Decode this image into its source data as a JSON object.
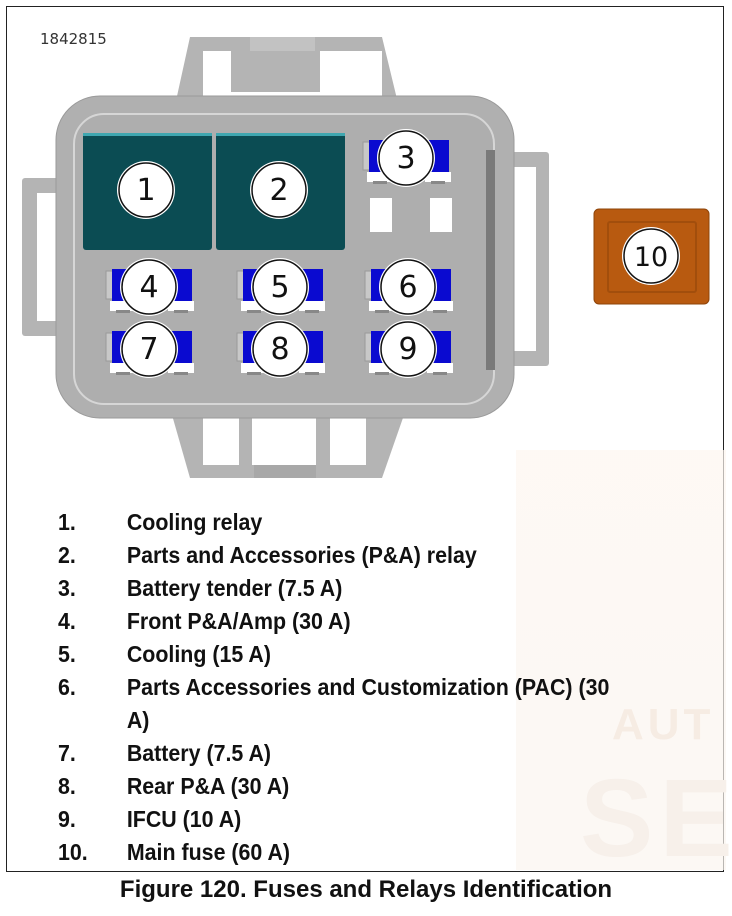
{
  "figure_id": "1842815",
  "diagram": {
    "relays": [
      {
        "label": "1",
        "color": "#0b4c53"
      },
      {
        "label": "2",
        "color": "#0b4c53"
      }
    ],
    "fuses": [
      {
        "label": "3",
        "color": "#0a0ad0"
      },
      {
        "label": "4",
        "color": "#0a0ad0"
      },
      {
        "label": "5",
        "color": "#0a0ad0"
      },
      {
        "label": "6",
        "color": "#0a0ad0"
      },
      {
        "label": "7",
        "color": "#0a0ad0"
      },
      {
        "label": "8",
        "color": "#0a0ad0"
      },
      {
        "label": "9",
        "color": "#0a0ad0"
      }
    ],
    "main_fuse": {
      "label": "10",
      "color": "#b85a10"
    },
    "housing_color": "#b4b4b4"
  },
  "legend": [
    {
      "num": "1.",
      "text": "Cooling relay"
    },
    {
      "num": "2.",
      "text": "Parts and Accessories (P&A) relay"
    },
    {
      "num": "3.",
      "text": "Battery tender (7.5 A)"
    },
    {
      "num": "4.",
      "text": "Front P&A/Amp (30 A)"
    },
    {
      "num": "5.",
      "text": "Cooling (15 A)"
    },
    {
      "num": "6.",
      "text": "Parts Accessories and Customization (PAC) (30 A)"
    },
    {
      "num": "7.",
      "text": "Battery (7.5 A)"
    },
    {
      "num": "8.",
      "text": "Rear P&A (30 A)"
    },
    {
      "num": "9.",
      "text": "IFCU (10 A)"
    },
    {
      "num": "10.",
      "text": "Main fuse (60 A)"
    }
  ],
  "caption": "Figure 120. Fuses and Relays Identification"
}
